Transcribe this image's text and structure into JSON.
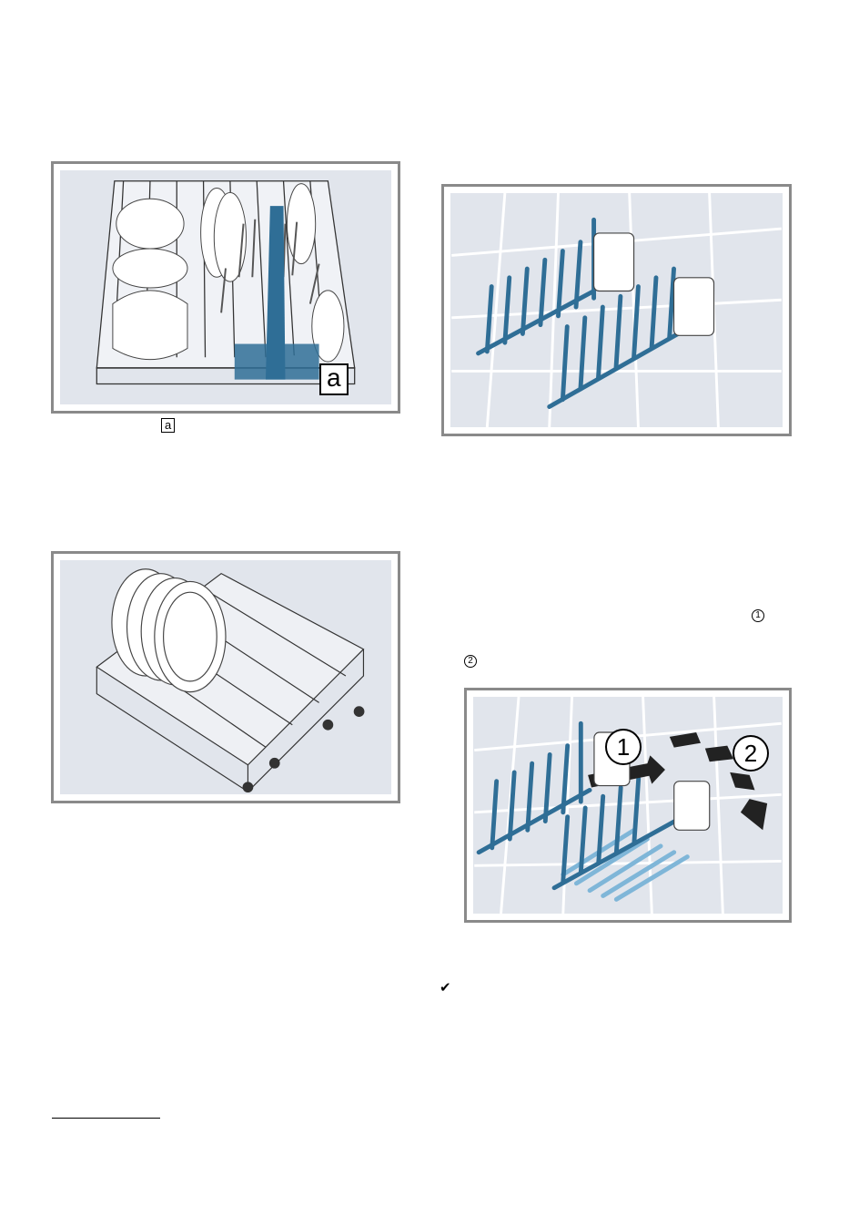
{
  "figures": {
    "basket_load": {
      "callout": "a"
    },
    "rack_fold_step1": {
      "step_1": "1",
      "step_2": "2"
    }
  },
  "legend": {
    "marker_a": "a"
  },
  "steps": {
    "step_1": "1",
    "step_2": "2"
  },
  "result_symbol": "✔",
  "colors": {
    "figure_bg": "#e1e5ec",
    "figure_border": "#8a8a8a",
    "tine_blue": "#2f6e96",
    "tine_light_blue": "#7fb6d8",
    "wire": "#ffffff"
  },
  "icons": {
    "result": "check-icon"
  }
}
